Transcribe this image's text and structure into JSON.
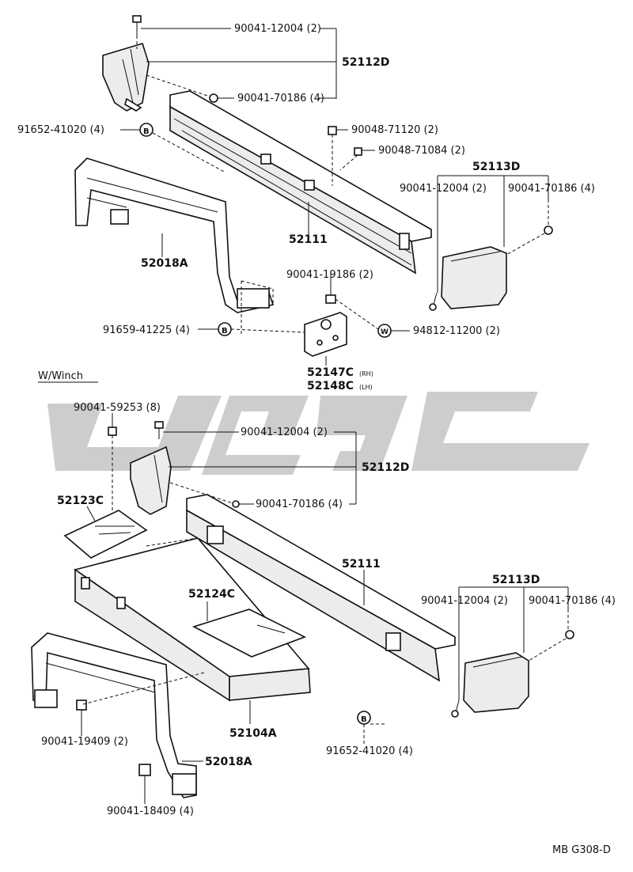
{
  "section_label": "W/Winch",
  "diagram_code": "MB G308-D",
  "sym_b": "B",
  "sym_w": "W",
  "top": {
    "p90041_12004": "90041-12004 (2)",
    "p52112D": "52112D",
    "p90041_70186": "90041-70186 (4)",
    "p91652_41020": "91652-41020 (4)",
    "p90048_71120": "90048-71120 (2)",
    "p90048_71084": "90048-71084 (2)",
    "p52113D": "52113D",
    "p90041_12004_r": "90041-12004 (2)",
    "p90041_70186_r": "90041-70186 (4)",
    "p52111": "52111",
    "p52018A": "52018A",
    "p90041_19186": "90041-19186 (2)",
    "p91659_41225": "91659-41225 (4)",
    "p94812_11200": "94812-11200 (2)",
    "p52147C": "52147C",
    "p52147C_sfx": "(RH)",
    "p52148C": "52148C",
    "p52148C_sfx": "(LH)"
  },
  "bottom": {
    "p90041_59253": "90041-59253 (8)",
    "p90041_12004": "90041-12004 (2)",
    "p52112D": "52112D",
    "p90041_70186": "90041-70186 (4)",
    "p52123C": "52123C",
    "p52111": "52111",
    "p52113D": "52113D",
    "p90041_12004_r": "90041-12004 (2)",
    "p90041_70186_r": "90041-70186 (4)",
    "p52124C": "52124C",
    "p90041_19409": "90041-19409 (2)",
    "p52104A": "52104A",
    "p91652_41020": "91652-41020 (4)",
    "p52018A": "52018A",
    "p90041_18409": "90041-18409 (4)"
  }
}
